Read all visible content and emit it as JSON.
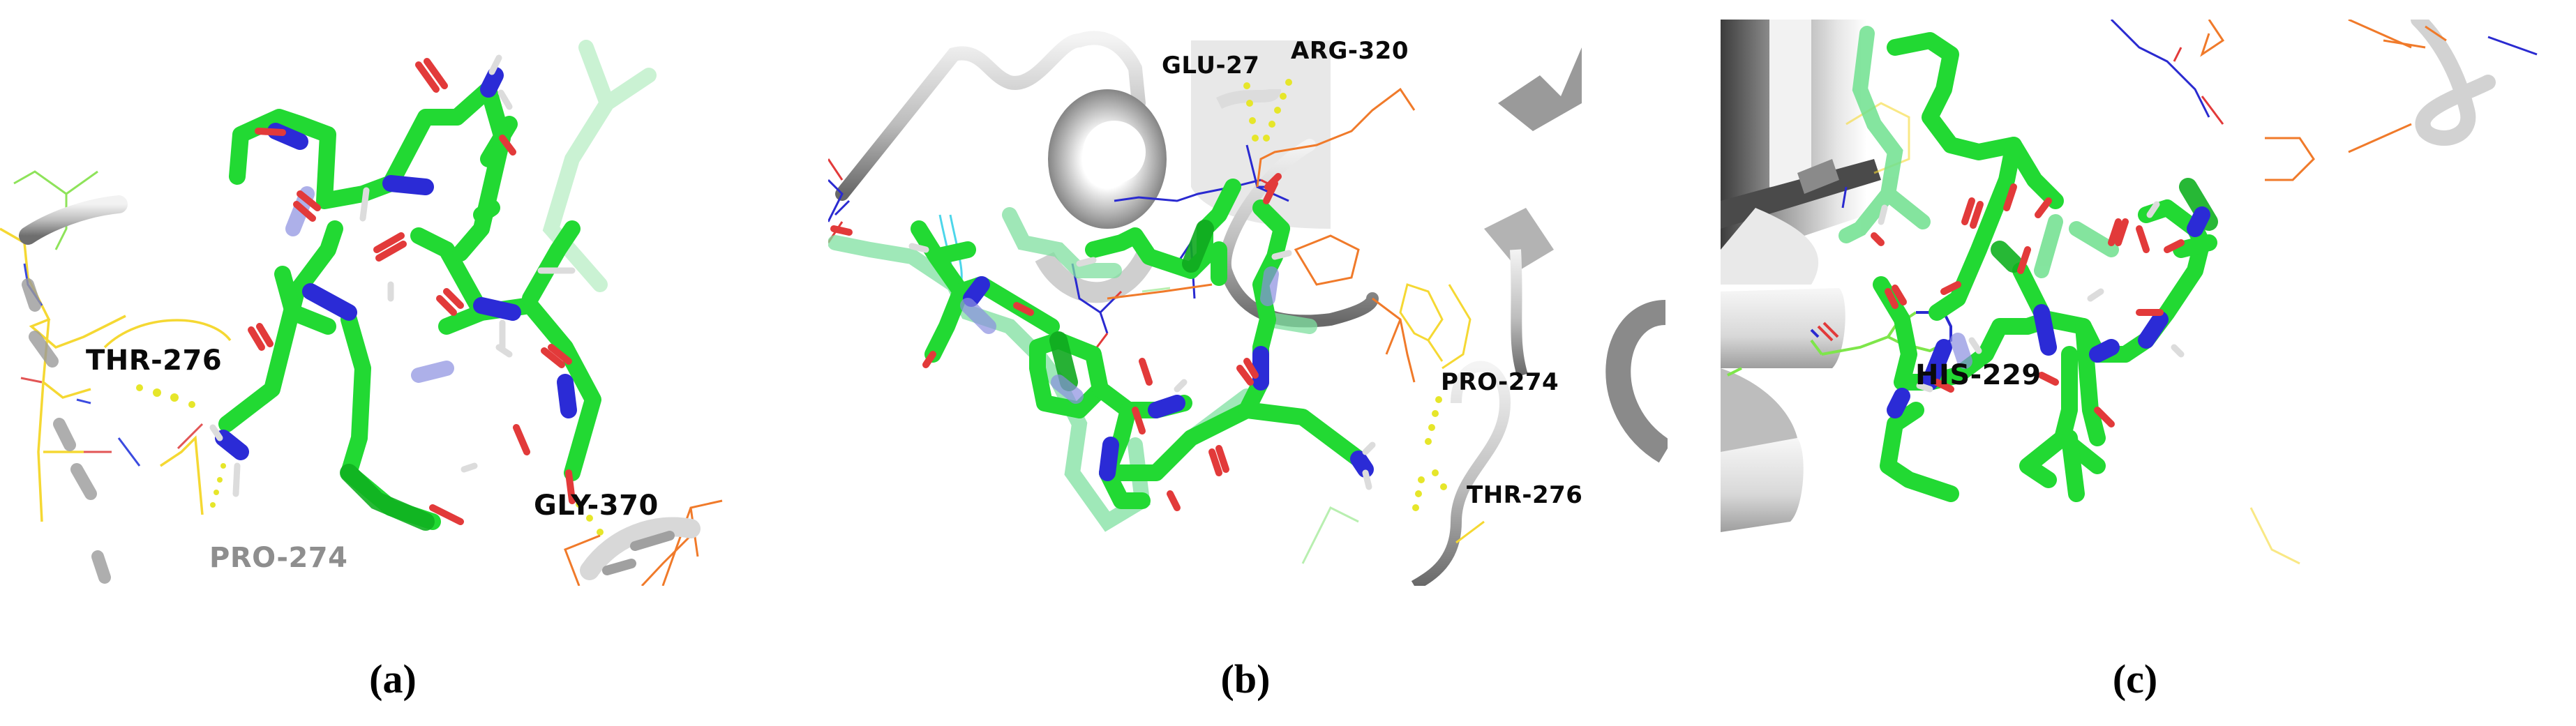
{
  "figure": {
    "panels": [
      {
        "id": "a",
        "caption": "(a)",
        "labels": [
          {
            "text": "THR-276",
            "style": "dark"
          },
          {
            "text": "GLY-370",
            "style": "dark"
          },
          {
            "text": "PRO-274",
            "style": "faded"
          }
        ]
      },
      {
        "id": "b",
        "caption": "(b)",
        "labels": [
          {
            "text": "GLU-27",
            "style": "dark"
          },
          {
            "text": "ARG-320",
            "style": "dark"
          },
          {
            "text": "PRO-274",
            "style": "dark"
          },
          {
            "text": "THR-276",
            "style": "dark"
          }
        ]
      },
      {
        "id": "c",
        "caption": "(c)",
        "labels": [
          {
            "text": "HIS-229",
            "style": "dark"
          }
        ]
      }
    ],
    "colors": {
      "carbon_ligand": "#22d933",
      "nitrogen": "#2b2bd6",
      "oxygen": "#e23a3a",
      "hydrogen": "#e8e8e8",
      "hbond": "#e6e62a",
      "cartoon": "#c8c8c8",
      "residue_yellow": "#f5d833",
      "residue_orange": "#f07a2a",
      "residue_lightgreen": "#7ee64a",
      "residue_blue": "#2a2ad0",
      "faded_label": "#8e8e8e"
    }
  }
}
